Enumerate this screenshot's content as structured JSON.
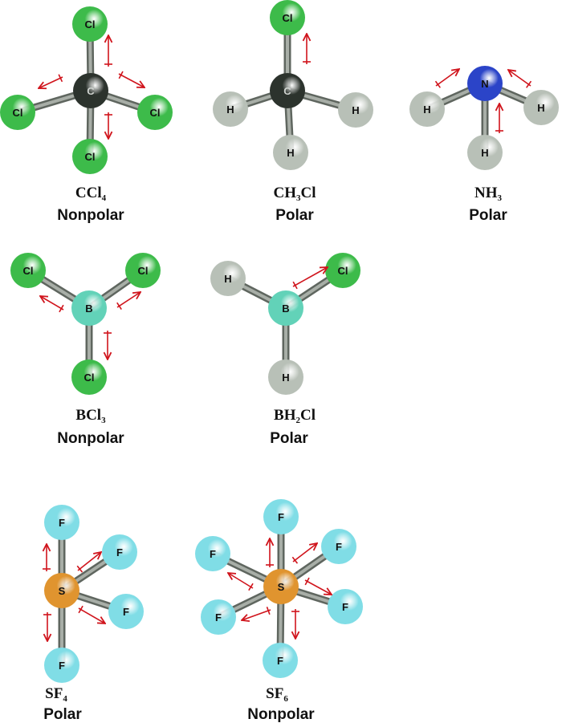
{
  "molecules": [
    {
      "name": "ccl4",
      "formula": {
        "main": "CCl",
        "sub": "4",
        "tail": ""
      },
      "polarity": "Nonpolar",
      "center": "C",
      "outer": [
        "Cl",
        "Cl",
        "Cl",
        "Cl"
      ]
    },
    {
      "name": "ch3cl",
      "formula": {
        "main": "CH",
        "sub": "3",
        "tail": "Cl"
      },
      "polarity": "Polar",
      "center": "C",
      "outer": [
        "Cl",
        "H",
        "H",
        "H"
      ]
    },
    {
      "name": "nh3",
      "formula": {
        "main": "NH",
        "sub": "3",
        "tail": ""
      },
      "polarity": "Polar",
      "center": "N",
      "outer": [
        "H",
        "H",
        "H"
      ]
    },
    {
      "name": "bcl3",
      "formula": {
        "main": "BCl",
        "sub": "3",
        "tail": ""
      },
      "polarity": "Nonpolar",
      "center": "B",
      "outer": [
        "Cl",
        "Cl",
        "Cl"
      ]
    },
    {
      "name": "bh2cl",
      "formula": {
        "main": "BH",
        "sub": "2",
        "tail": "Cl"
      },
      "polarity": "Polar",
      "center": "B",
      "outer": [
        "H",
        "Cl",
        "H"
      ]
    },
    {
      "name": "sf4",
      "formula": {
        "main": "SF",
        "sub": "4",
        "tail": ""
      },
      "polarity": "Polar",
      "center": "S",
      "outer": [
        "F",
        "F",
        "F",
        "F"
      ]
    },
    {
      "name": "sf6",
      "formula": {
        "main": "SF",
        "sub": "6",
        "tail": ""
      },
      "polarity": "Nonpolar",
      "center": "S",
      "outer": [
        "F",
        "F",
        "F",
        "F",
        "F",
        "F"
      ]
    }
  ],
  "colors": {
    "Cl": "#3dbb4a",
    "C": "#2c332d",
    "H": "#b8c0b7",
    "N": "#2b44c8",
    "B": "#62d2b8",
    "S": "#e0942f",
    "F": "#80dde6",
    "arrow": "#d0141c",
    "bond": "#8a918a"
  }
}
